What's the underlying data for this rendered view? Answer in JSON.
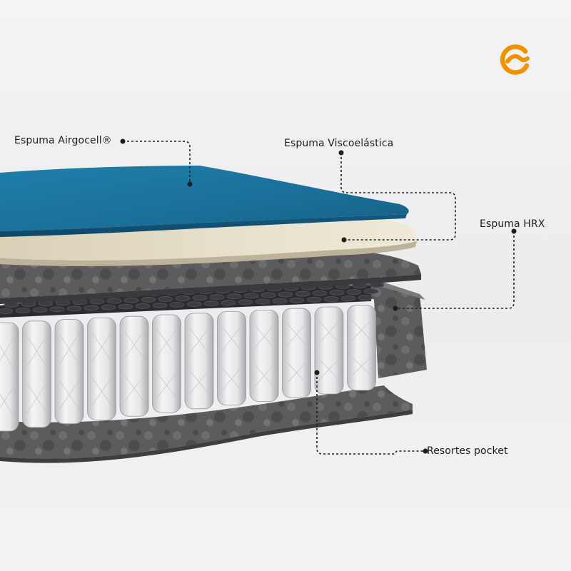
{
  "brand": {
    "logo_icon": "brand-logo-icon",
    "color": "#F39200"
  },
  "layers": [
    {
      "id": "airgocell",
      "label": "Espuma Airgocell®",
      "color": "#1E7CA8"
    },
    {
      "id": "visco",
      "label": "Espuma Viscoelástica",
      "color": "#E2DAC2"
    },
    {
      "id": "hrx",
      "label": "Espuma HRX",
      "color": "#5A5A5C"
    },
    {
      "id": "pocket",
      "label": "Resortes pocket",
      "color": "#E6E6E8"
    }
  ]
}
